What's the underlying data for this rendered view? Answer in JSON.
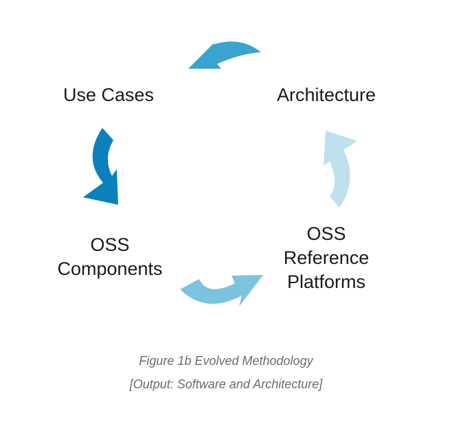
{
  "nodes": {
    "use_cases": "Use Cases",
    "architecture": "Architecture",
    "oss_components": [
      "OSS",
      "Components"
    ],
    "oss_reference_platforms": [
      "OSS",
      "Reference",
      "Platforms"
    ]
  },
  "arrows": [
    {
      "from": "architecture",
      "to": "use_cases",
      "color": "#3aa3cf"
    },
    {
      "from": "use_cases",
      "to": "oss_components",
      "color": "#0a80bd"
    },
    {
      "from": "oss_components",
      "to": "oss_reference_platforms",
      "color": "#7cc3e0"
    },
    {
      "from": "oss_reference_platforms",
      "to": "architecture",
      "color": "#bfe1ef"
    }
  ],
  "caption": {
    "line1": "Figure 1b Evolved Methodology",
    "line2": "[Output: Software and Architecture]"
  }
}
